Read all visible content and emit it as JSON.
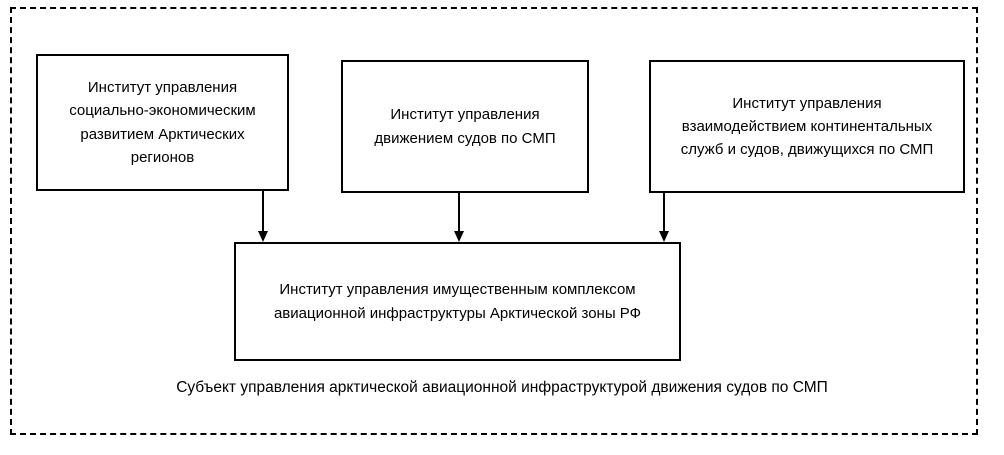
{
  "nodes": {
    "left": {
      "lines": [
        "Институт управления",
        "социально-экономическим",
        "развитием Арктических",
        "регионов"
      ]
    },
    "middle": {
      "lines": [
        "Институт управления",
        "движением судов по СМП"
      ]
    },
    "right": {
      "lines": [
        "Институт управления",
        "взаимодействием континентальных",
        "служб и судов, движущихся по СМП"
      ]
    },
    "central": {
      "lines": [
        "Институт управления имущественным комплексом",
        "авиационной инфраструктуры Арктической зоны РФ"
      ]
    }
  },
  "caption": "Субъект управления арктической авиационной инфраструктурой движения судов по СМП",
  "colors": {
    "line": "#000000",
    "background": "#ffffff"
  }
}
